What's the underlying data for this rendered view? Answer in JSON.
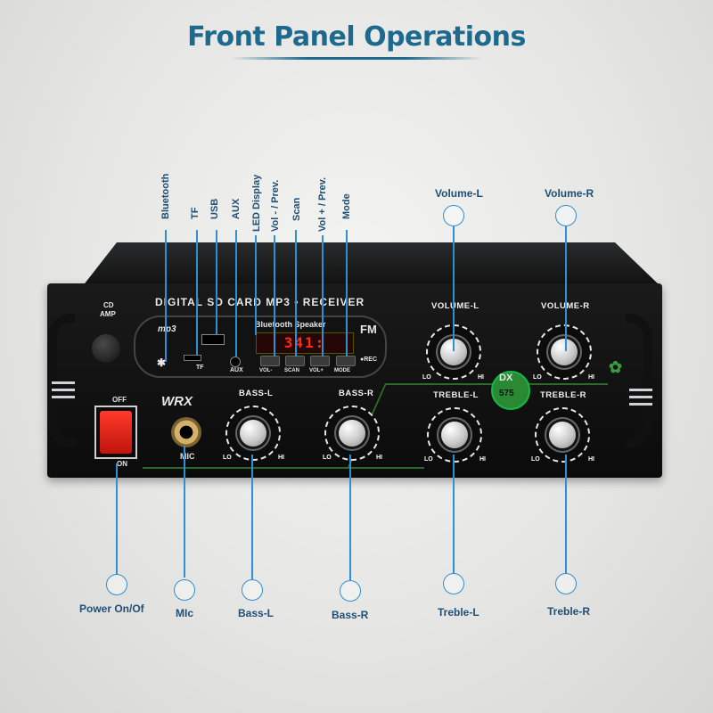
{
  "title": "Front Panel Operations",
  "top_callouts": [
    "Bluetooth",
    "TF",
    "USB",
    "AUX",
    "LED Display",
    "Vol - / Prev.",
    "Scan",
    "Vol + / Prev.",
    "Mode"
  ],
  "volume_callouts": {
    "left": "Volume-L",
    "right": "Volume-R"
  },
  "bottom_callouts": {
    "power": "Power On/Of",
    "mic": "MIc",
    "bass_l": "Bass-L",
    "bass_r": "Bass-R",
    "treble_l": "Treble-L",
    "treble_r": "Treble-R"
  },
  "panel": {
    "header": "DIGITAL  SD CARD  MP3 • RECEIVER",
    "cd_amp_1": "CD",
    "cd_amp_2": "AMP",
    "module_title": "Bluetooth Speaker",
    "display_text": "341:",
    "mp3_badge": "mp3",
    "fm_text": "FM",
    "btn_labels": [
      "VOL-",
      "SCAN",
      "VOL+",
      "MODE"
    ],
    "aux_label": "AUX",
    "tf_label": "TF",
    "rec_label": "●REC",
    "off_label": "OFF",
    "on_label": "ON",
    "brand": "WRX",
    "mic_label": "MIC",
    "dx_model": "DX",
    "dx_number": "575",
    "knobs": {
      "volume_l": "VOLUME-L",
      "volume_r": "VOLUME-R",
      "bass_l": "BASS-L",
      "bass_r": "BASS-R",
      "treble_l": "TREBLE-L",
      "treble_r": "TREBLE-R"
    },
    "lo": "LO",
    "hi": "HI"
  },
  "colors": {
    "title": "#1d6a8e",
    "callout": "#1f4f76",
    "leader": "#2f8fd4",
    "display": "#ff2a1a",
    "accent_green": "#2d6a2a"
  }
}
